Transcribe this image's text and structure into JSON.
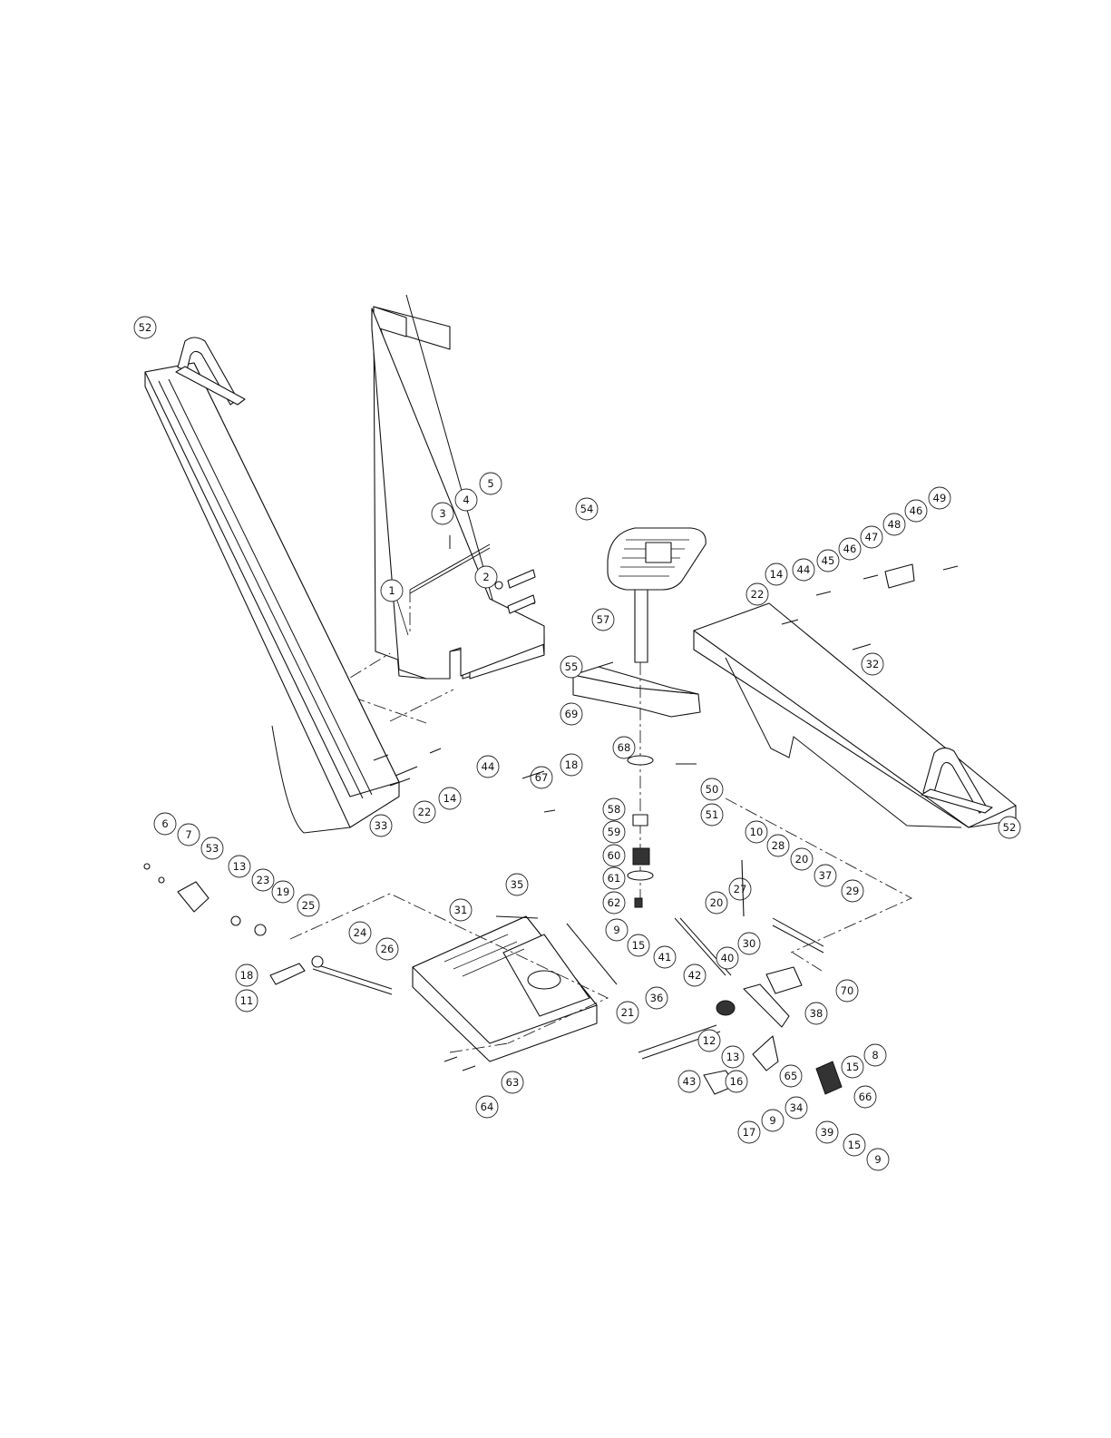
{
  "callouts": [
    {
      "label": "1"
    },
    {
      "label": "2"
    },
    {
      "label": "3"
    },
    {
      "label": "4"
    },
    {
      "label": "5"
    },
    {
      "label": "54"
    },
    {
      "label": "57"
    },
    {
      "label": "55"
    },
    {
      "label": "69"
    },
    {
      "label": "22"
    },
    {
      "label": "14"
    },
    {
      "label": "44"
    },
    {
      "label": "45"
    },
    {
      "label": "46"
    },
    {
      "label": "47"
    },
    {
      "label": "48"
    },
    {
      "label": "46"
    },
    {
      "label": "49"
    },
    {
      "label": "32"
    },
    {
      "label": "52"
    },
    {
      "label": "44"
    },
    {
      "label": "22"
    },
    {
      "label": "14"
    },
    {
      "label": "33"
    },
    {
      "label": "68"
    },
    {
      "label": "18"
    },
    {
      "label": "67"
    },
    {
      "label": "58"
    },
    {
      "label": "59"
    },
    {
      "label": "60"
    },
    {
      "label": "61"
    },
    {
      "label": "62"
    },
    {
      "label": "50"
    },
    {
      "label": "51"
    },
    {
      "label": "52"
    },
    {
      "label": "6"
    },
    {
      "label": "7"
    },
    {
      "label": "53"
    },
    {
      "label": "13"
    },
    {
      "label": "23"
    },
    {
      "label": "19"
    },
    {
      "label": "25"
    },
    {
      "label": "24"
    },
    {
      "label": "26"
    },
    {
      "label": "18"
    },
    {
      "label": "11"
    },
    {
      "label": "35"
    },
    {
      "label": "31"
    },
    {
      "label": "10"
    },
    {
      "label": "28"
    },
    {
      "label": "20"
    },
    {
      "label": "20"
    },
    {
      "label": "27"
    },
    {
      "label": "37"
    },
    {
      "label": "29"
    },
    {
      "label": "9"
    },
    {
      "label": "15"
    },
    {
      "label": "41"
    },
    {
      "label": "30"
    },
    {
      "label": "70"
    },
    {
      "label": "40"
    },
    {
      "label": "42"
    },
    {
      "label": "38"
    },
    {
      "label": "21"
    },
    {
      "label": "36"
    },
    {
      "label": "12"
    },
    {
      "label": "13"
    },
    {
      "label": "8"
    },
    {
      "label": "15"
    },
    {
      "label": "16"
    },
    {
      "label": "65"
    },
    {
      "label": "66"
    },
    {
      "label": "43"
    },
    {
      "label": "17"
    },
    {
      "label": "9"
    },
    {
      "label": "34"
    },
    {
      "label": "39"
    },
    {
      "label": "15"
    },
    {
      "label": "9"
    },
    {
      "label": "63"
    },
    {
      "label": "64"
    }
  ]
}
